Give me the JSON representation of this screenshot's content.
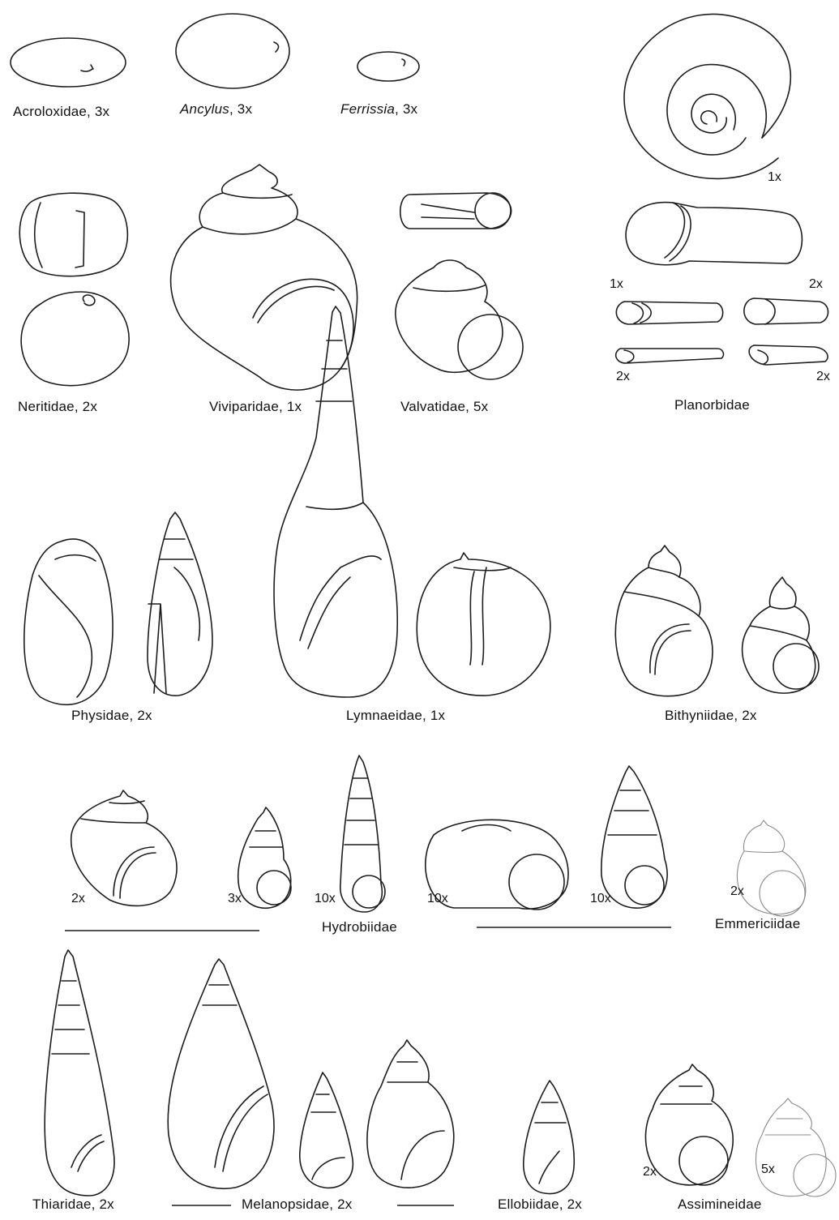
{
  "labels": {
    "acroloxidae": "Acroloxidae, 3x",
    "ancylus_name": "Ancylus",
    "ancylus_mag": ", 3x",
    "ferrissia_name": "Ferrissia",
    "ferrissia_mag": ", 3x",
    "neritidae": "Neritidae, 2x",
    "viviparidae": "Viviparidae, 1x",
    "valvatidae": "Valvatidae, 5x",
    "planorbidae": "Planorbidae",
    "physidae": "Physidae, 2x",
    "lymnaeidae": "Lymnaeidae, 1x",
    "bithyniidae": "Bithyniidae, 2x",
    "hydrobiidae": "Hydrobiidae",
    "emmericiidae": "Emmericiidae",
    "thiaridae": "Thiaridae, 2x",
    "melanopsidae": "Melanopsidae, 2x",
    "ellobiidae": "Ellobiidae, 2x",
    "assimineidae": "Assimineidae"
  },
  "magnifications": {
    "planorbidae_top": "1x",
    "planorbidae_side_left": "1x",
    "planorbidae_side_right": "2x",
    "planorbidae_bottom_left": "2x",
    "planorbidae_bottom_right": "2x",
    "hydrobiidae_1": "2x",
    "hydrobiidae_2": "3x",
    "hydrobiidae_3": "10x",
    "hydrobiidae_4": "10x",
    "hydrobiidae_5": "10x",
    "emmericiidae": "2x",
    "assimineidae_1": "2x",
    "assimineidae_2": "5x"
  },
  "colors": {
    "ink": "#1c1c1c",
    "faint": "#8a8a8a",
    "background": "#ffffff"
  }
}
